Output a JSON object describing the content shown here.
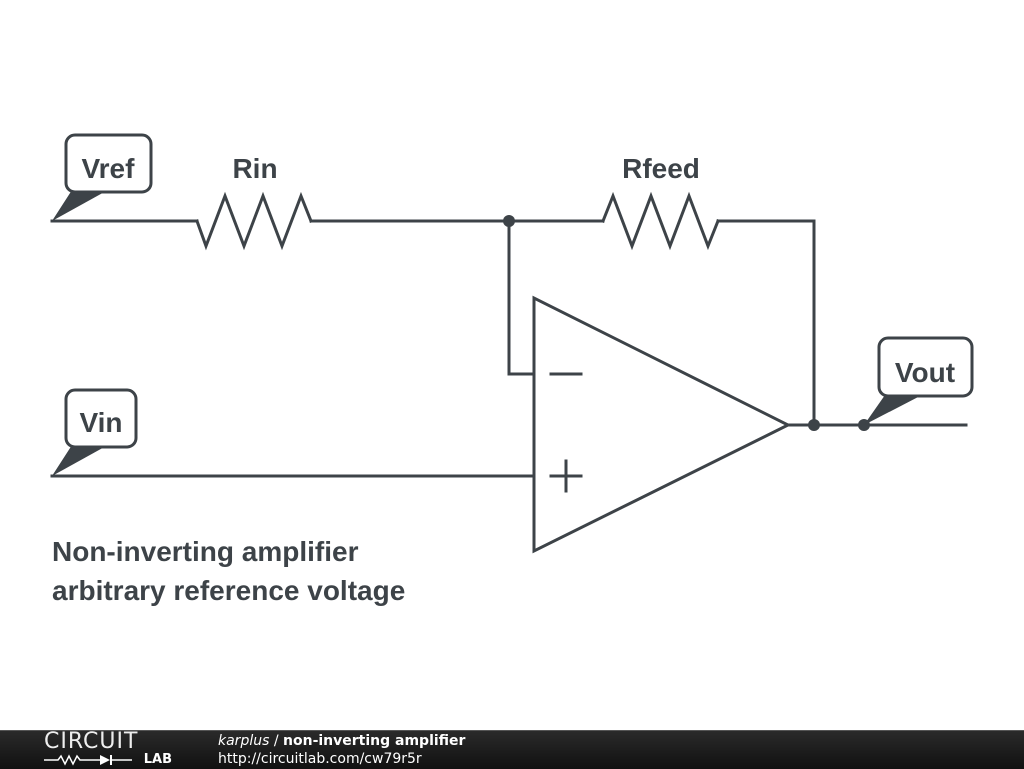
{
  "schematic": {
    "nets": {
      "vref": "Vref",
      "vin": "Vin",
      "vout": "Vout"
    },
    "components": {
      "rin": "Rin",
      "rfeed": "Rfeed",
      "opamp_minus": "−",
      "opamp_plus": "+"
    },
    "caption": {
      "line1": "Non-inverting amplifier",
      "line2": "arbitrary reference voltage"
    },
    "colors": {
      "ink": "#3d4348"
    }
  },
  "footer": {
    "logo_top": "CIRCUIT",
    "logo_bottom": "LAB",
    "author": "karplus",
    "separator": " / ",
    "title": "non-inverting amplifier",
    "url": "http://circuitlab.com/cw79r5r"
  }
}
